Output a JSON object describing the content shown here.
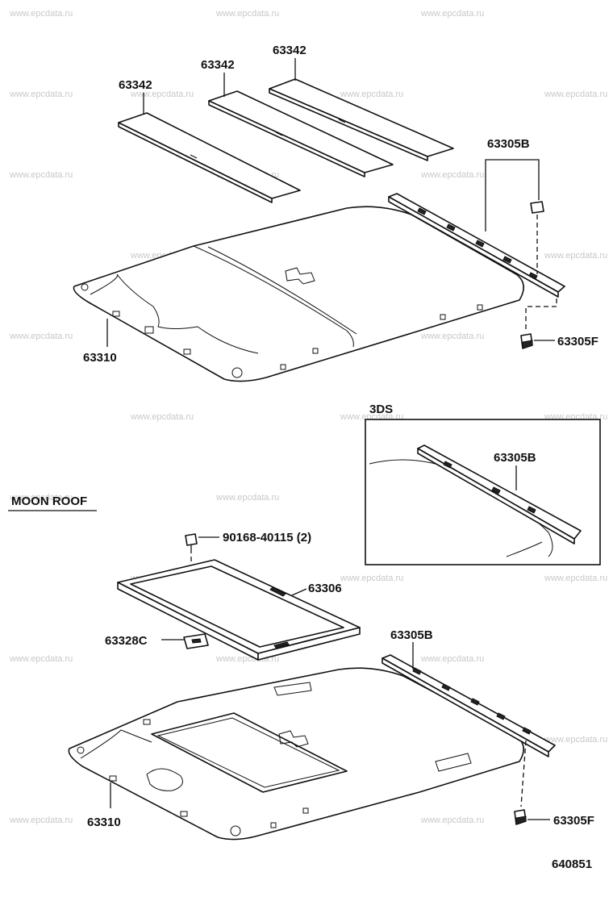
{
  "watermark": "www.epcdata.ru",
  "diagram_number": "640851",
  "section_labels": {
    "detail": "3DS",
    "moon_roof": "MOON  ROOF"
  },
  "parts": {
    "top_panel_left": "63342",
    "top_panel_mid": "63342",
    "top_panel_right": "63342",
    "top_rail": "63305B",
    "top_clip": "63305F",
    "top_headliner": "63310",
    "detail_rail": "63305B",
    "bolt": "90168-40115 (2)",
    "sunroof_frame": "63306",
    "sunroof_bracket": "63328C",
    "moon_rail": "63305B",
    "moon_clip": "63305F",
    "moon_headliner": "63310"
  }
}
